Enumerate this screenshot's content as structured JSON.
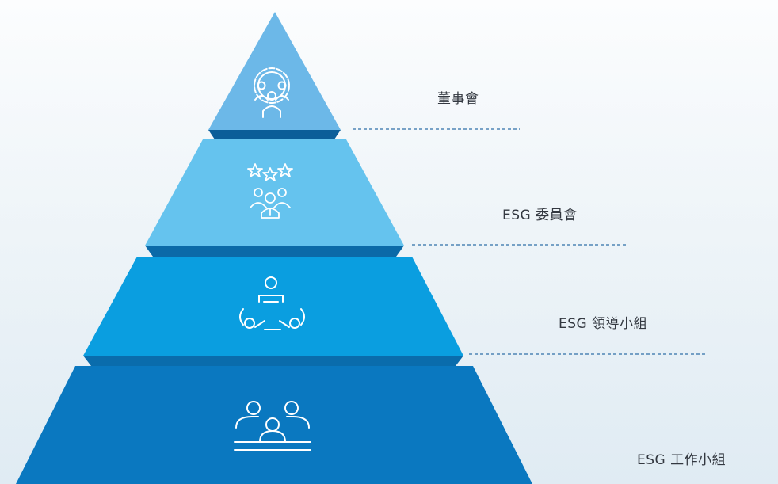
{
  "diagram": {
    "levels": [
      {
        "label": "董事會",
        "icon": "gear-people-icon",
        "face_color": "#6cb8e8",
        "base_color": "#0b5e99"
      },
      {
        "label": "ESG 委員會",
        "icon": "stars-people-icon",
        "face_color": "#65c3ee",
        "base_color": "#0b6aa8"
      },
      {
        "label": "ESG 領導小組",
        "icon": "team-circle-icon",
        "face_color": "#0a9ee0",
        "base_color": "#0a6cac"
      },
      {
        "label": "ESG 工作小組",
        "icon": "work-team-icon",
        "face_color": "#0a78c0",
        "base_color": "#075f98"
      }
    ],
    "connector_color": "#2f6fa8"
  }
}
